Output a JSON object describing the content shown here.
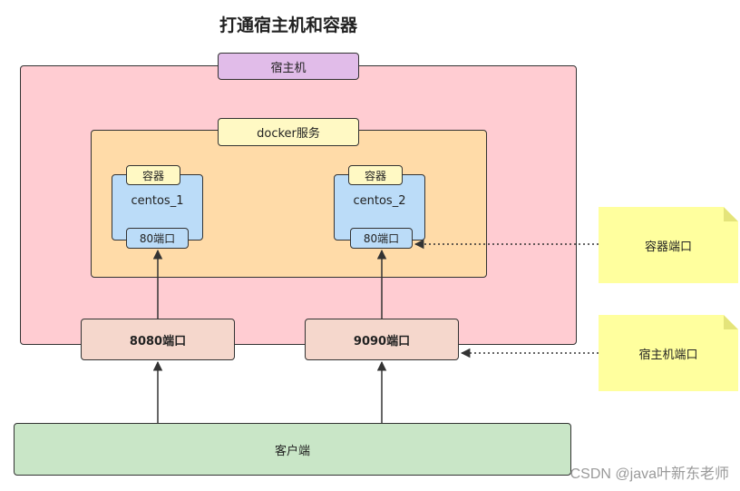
{
  "title": "打通宿主机和容器",
  "host": {
    "label": "宿主机"
  },
  "docker": {
    "label": "docker服务"
  },
  "containers": [
    {
      "tag": "容器",
      "name": "centos_1",
      "port": "80端口"
    },
    {
      "tag": "容器",
      "name": "centos_2",
      "port": "80端口"
    }
  ],
  "host_ports": [
    "8080端口",
    "9090端口"
  ],
  "client": {
    "label": "客户端"
  },
  "notes": {
    "container_port": "容器端口",
    "host_port": "宿主机端口"
  },
  "watermark": "CSDN @java叶新东老师",
  "colors": {
    "host": "#ffccd2",
    "host_label": "#e1bce9",
    "docker": "#ffdba8",
    "container": "#bbdcf8",
    "label_yellow": "#fff9c4",
    "host_port": "#f5d7cc",
    "client": "#c9e6c7",
    "note": "#ffff9e"
  }
}
